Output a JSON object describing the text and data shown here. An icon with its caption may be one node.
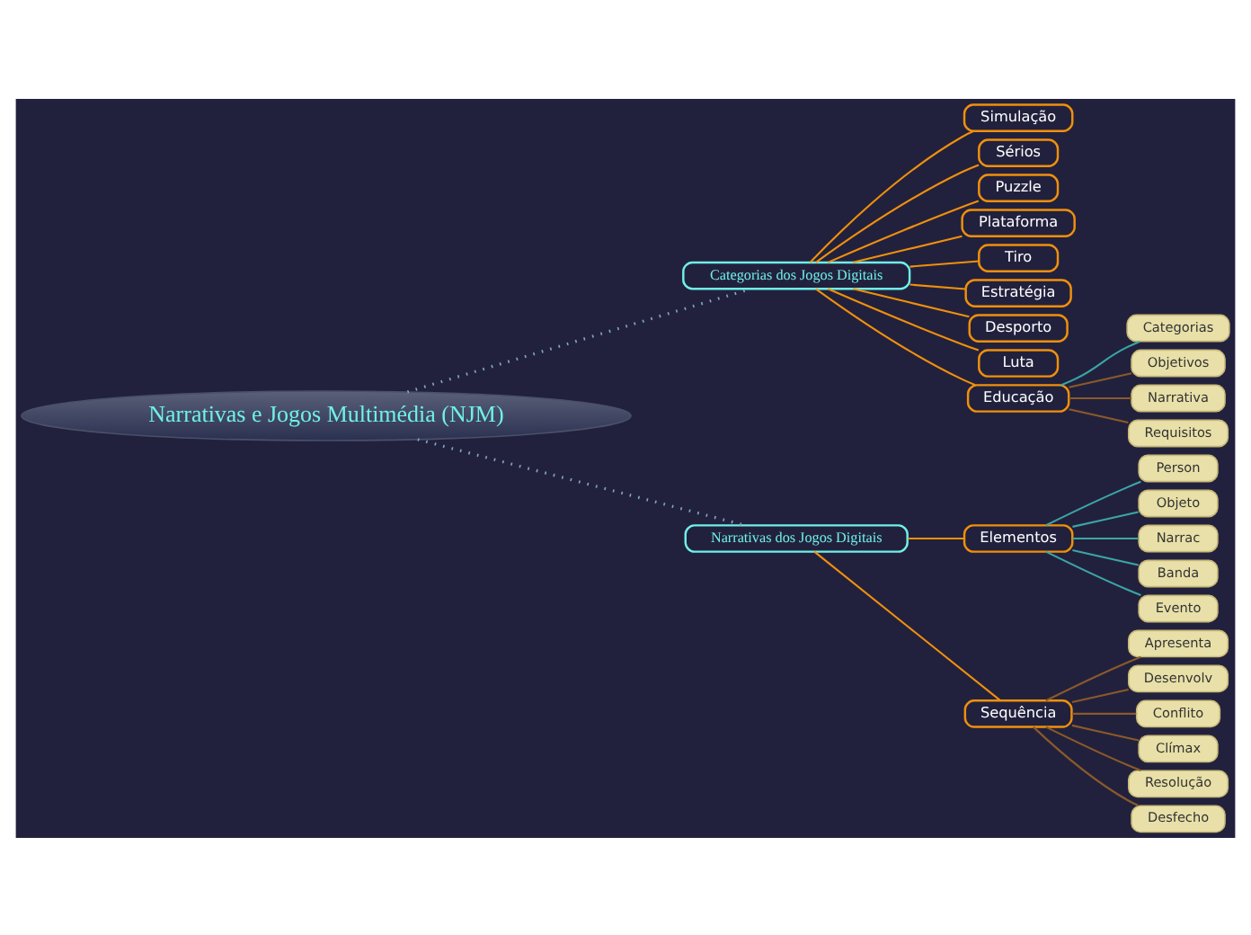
{
  "diagram": {
    "nodes": [
      {
        "text": [
          "Narrativas e Jogos Multimédia (NJM)"
        ]
      },
      {
        "text": [
          "Categorias dos Jogos Digitais"
        ]
      },
      {
        "text": [
          "Simulação"
        ]
      },
      {
        "text": [
          "Sérios"
        ]
      },
      {
        "text": [
          "Puzzle"
        ]
      },
      {
        "text": [
          "Plataforma"
        ]
      },
      {
        "text": [
          "Tiro"
        ]
      },
      {
        "text": [
          "Estratégia"
        ]
      },
      {
        "text": [
          "Desporto"
        ]
      },
      {
        "text": [
          "Luta"
        ]
      },
      {
        "text": [
          "Educação"
        ]
      },
      {
        "text": [
          "Categorias"
        ]
      },
      {
        "text": [
          "Objetivos"
        ]
      },
      {
        "text": [
          "Narrativa"
        ]
      },
      {
        "text": [
          "Requisitos"
        ]
      },
      {
        "text": [
          "Narrativas dos Jogos Digitais"
        ]
      },
      {
        "text": [
          "Elementos"
        ]
      },
      {
        "text": [
          "Person"
        ]
      },
      {
        "text": [
          "Objeto"
        ]
      },
      {
        "text": [
          "Narrac"
        ]
      },
      {
        "text": [
          "Banda"
        ]
      },
      {
        "text": [
          "Evento"
        ]
      },
      {
        "text": [
          "Sequência"
        ]
      },
      {
        "text": [
          "Apresenta"
        ]
      },
      {
        "text": [
          "Desenvolv"
        ]
      },
      {
        "text": [
          "Conflito"
        ]
      },
      {
        "text": [
          "Clímax"
        ]
      },
      {
        "text": [
          "Resolução"
        ]
      },
      {
        "text": [
          "Desfecho"
        ]
      }
    ],
    "edges": [
      {
        "from": 0,
        "to": 1,
        "arrow": "none",
        "style": "dashed",
        "color": "#7fa8c4"
      },
      {
        "from": 1,
        "to": 2,
        "arrow": "none"
      },
      {
        "from": 1,
        "to": 3,
        "arrow": "none"
      },
      {
        "from": 1,
        "to": 4,
        "arrow": "none"
      },
      {
        "from": 1,
        "to": 5,
        "arrow": "none"
      },
      {
        "from": 1,
        "to": 6,
        "arrow": "none"
      },
      {
        "from": 1,
        "to": 7,
        "arrow": "none"
      },
      {
        "from": 1,
        "to": 8,
        "arrow": "none"
      },
      {
        "from": 1,
        "to": 9,
        "arrow": "none"
      },
      {
        "from": 1,
        "to": 10,
        "arrow": "none"
      },
      {
        "from": 10,
        "to": 11,
        "arrow": "none",
        "color": "#3aa6a6"
      },
      {
        "from": 10,
        "to": 12,
        "arrow": "none",
        "color": "#8a5a2a"
      },
      {
        "from": 10,
        "to": 13,
        "arrow": "none",
        "color": "#8a5a2a"
      },
      {
        "from": 10,
        "to": 14,
        "arrow": "none",
        "color": "#8a5a2a"
      },
      {
        "from": 0,
        "to": 15,
        "arrow": "none",
        "style": "dashed",
        "color": "#7fa8c4"
      },
      {
        "from": 15,
        "to": 16,
        "arrow": "none"
      },
      {
        "from": 16,
        "to": 17,
        "arrow": "none",
        "color": "#3aa6a6"
      },
      {
        "from": 16,
        "to": 18,
        "arrow": "none",
        "color": "#3aa6a6"
      },
      {
        "from": 16,
        "to": 19,
        "arrow": "none",
        "color": "#3aa6a6"
      },
      {
        "from": 16,
        "to": 20,
        "arrow": "none",
        "color": "#3aa6a6"
      },
      {
        "from": 16,
        "to": 21,
        "arrow": "none",
        "color": "#3aa6a6"
      },
      {
        "from": 15,
        "to": 22,
        "arrow": "none"
      },
      {
        "from": 22,
        "to": 23,
        "arrow": "none",
        "color": "#8a5a2a"
      },
      {
        "from": 22,
        "to": 24,
        "arrow": "none",
        "color": "#8a5a2a"
      },
      {
        "from": 22,
        "to": 25,
        "arrow": "none",
        "color": "#8a5a2a"
      },
      {
        "from": 22,
        "to": 26,
        "arrow": "none",
        "color": "#8a5a2a"
      },
      {
        "from": 22,
        "to": 27,
        "arrow": "none",
        "color": "#8a5a2a"
      },
      {
        "from": 22,
        "to": 28,
        "arrow": "none",
        "color": "#8a5a2a"
      }
    ]
  }
}
